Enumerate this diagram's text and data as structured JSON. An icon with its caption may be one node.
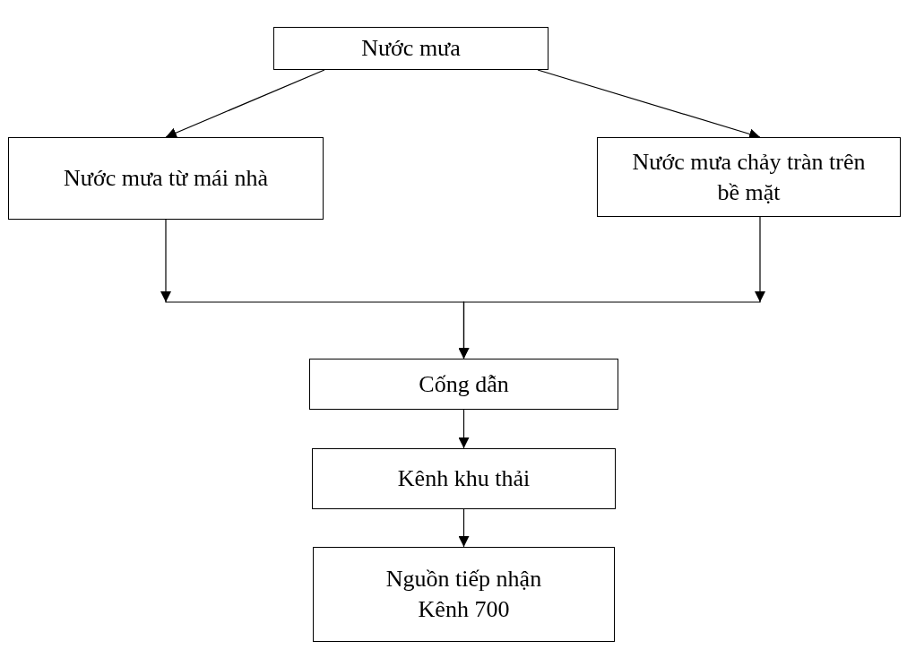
{
  "diagram": {
    "nodes": [
      {
        "text": [
          "Nước mưa"
        ]
      },
      {
        "text": [
          "Nước mưa từ mái nhà"
        ]
      },
      {
        "text": [
          "Nước mưa chảy tràn trên bề mặt"
        ]
      },
      {
        "text": [
          "Cống dẫn"
        ]
      },
      {
        "text": [
          "Kênh khu thải"
        ]
      },
      {
        "text": [
          "Nguồn tiếp nhận Kênh 700"
        ]
      }
    ],
    "edges": [
      {
        "from": 0,
        "to": 1,
        "arrow": "to"
      },
      {
        "from": 0,
        "to": 2,
        "arrow": "to"
      },
      {
        "from": 1,
        "to": 3,
        "arrow": "to"
      },
      {
        "from": 2,
        "to": 3,
        "arrow": "to"
      },
      {
        "from": 3,
        "to": 4,
        "arrow": "to"
      },
      {
        "from": 4,
        "to": 5,
        "arrow": "to"
      }
    ]
  }
}
